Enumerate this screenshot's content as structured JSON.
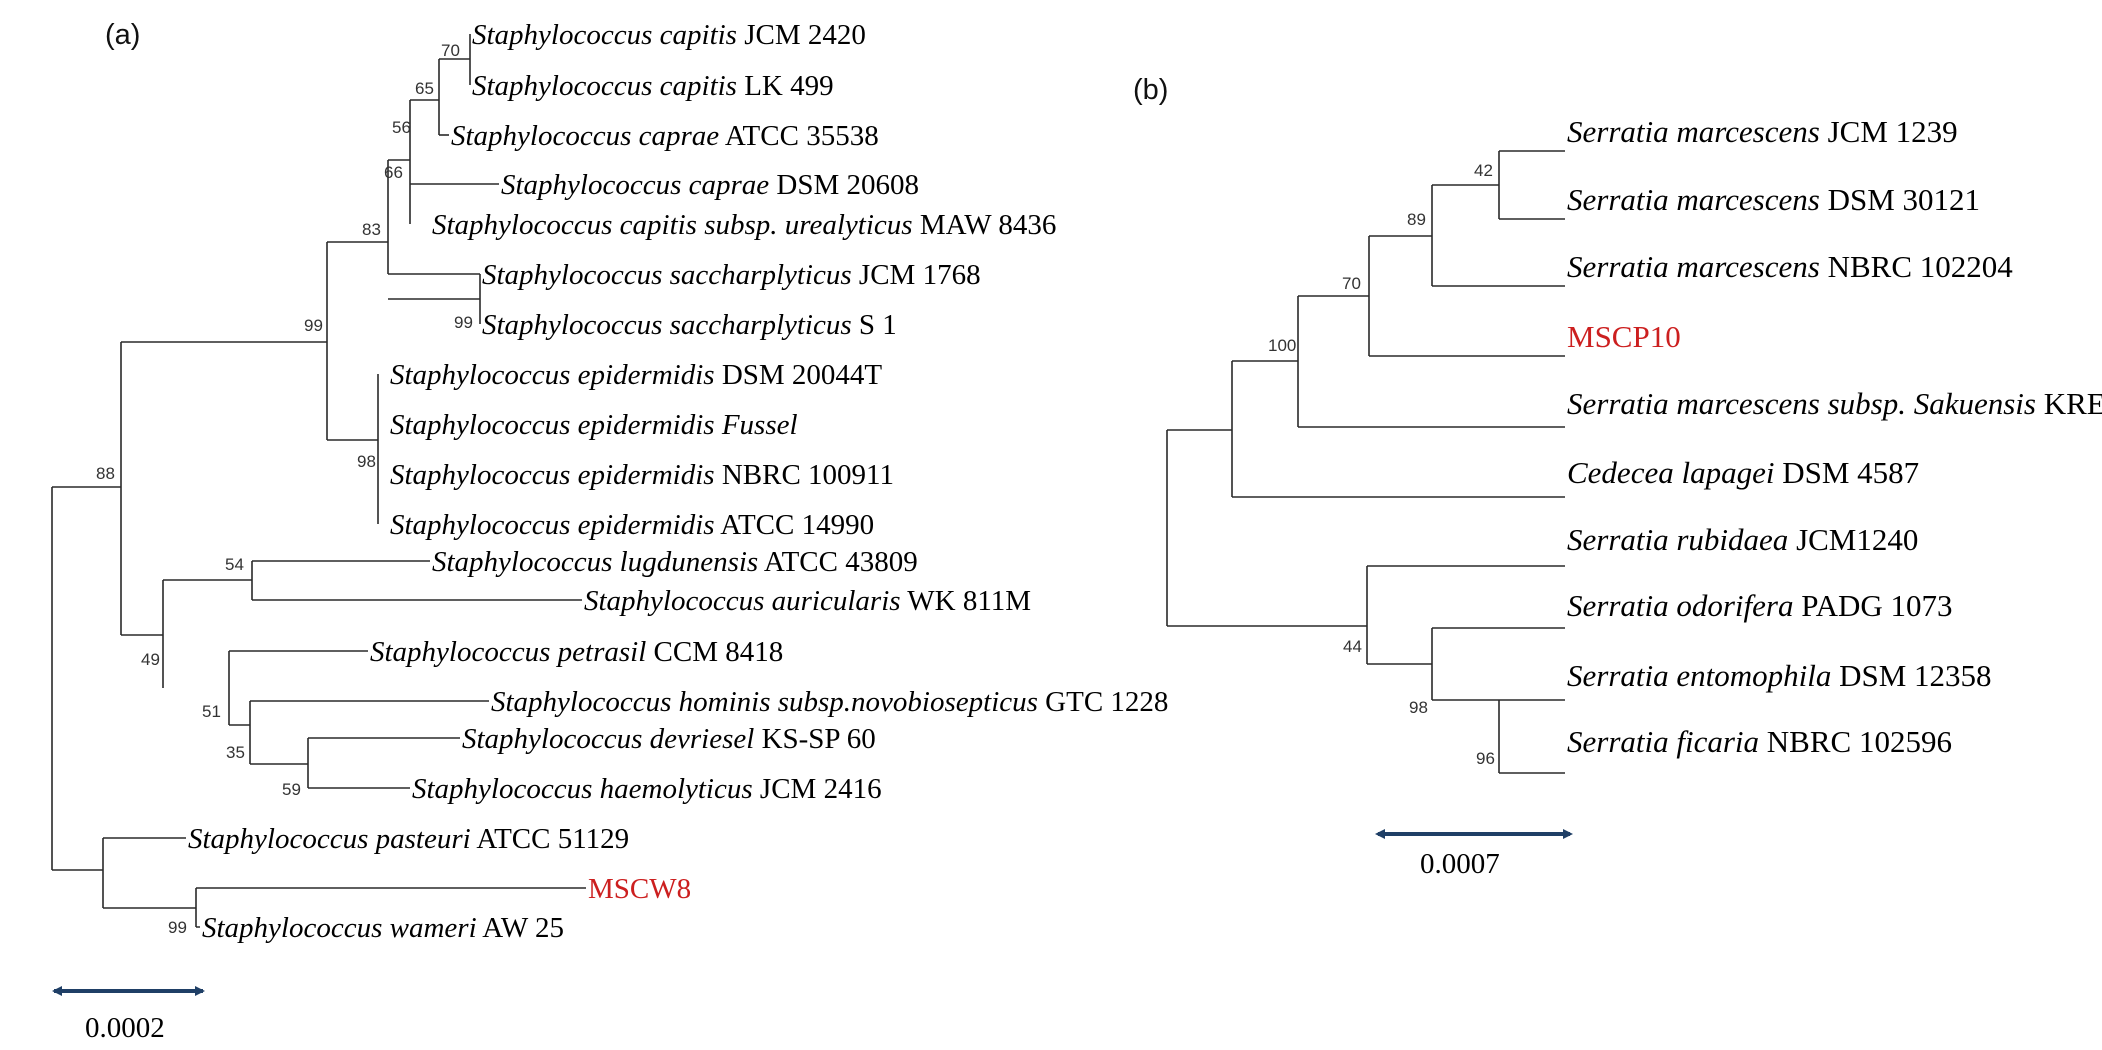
{
  "panels": [
    {
      "id": "a",
      "label": "(a)",
      "scale_bar": {
        "label": "0.0002"
      },
      "leaves": [
        {
          "id": "a_capJCM",
          "genus": "Staphylococcus capitis",
          "strain": "JCM 2420"
        },
        {
          "id": "a_capLK",
          "genus": "Staphylococcus capitis",
          "strain": "LK 499"
        },
        {
          "id": "a_caprATCC",
          "genus": "Staphylococcus caprae",
          "strain": "ATCC 35538"
        },
        {
          "id": "a_caprDSM",
          "genus": "Staphylococcus caprae",
          "strain": "DSM 20608"
        },
        {
          "id": "a_capU",
          "genus": "Staphylococcus capitis subsp. urealyticus",
          "strain": "MAW 8436"
        },
        {
          "id": "a_sacJCM",
          "genus": "Staphylococcus saccharplyticus",
          "strain": "JCM 1768"
        },
        {
          "id": "a_sacS",
          "genus": "Staphylococcus saccharplyticus",
          "strain": "S 1"
        },
        {
          "id": "a_epiDSM",
          "genus": "Staphylococcus epidermidis",
          "strain": "DSM  20044T"
        },
        {
          "id": "a_epiF",
          "genus": "Staphylococcus epidermidis Fussel",
          "strain": ""
        },
        {
          "id": "a_epiN",
          "genus": "Staphylococcus epidermidis",
          "strain": "NBRC 100911"
        },
        {
          "id": "a_epiA",
          "genus": "Staphylococcus epidermidis",
          "strain": "ATCC 14990"
        },
        {
          "id": "a_lug",
          "genus": "Staphylococcus lugdunensis",
          "strain": "ATCC 43809"
        },
        {
          "id": "a_aur",
          "genus": "Staphylococcus auricularis",
          "strain": "WK 811M"
        },
        {
          "id": "a_pet",
          "genus": "Staphylococcus petrasil",
          "strain": "CCM 8418"
        },
        {
          "id": "a_hom",
          "genus": "Staphylococcus hominis subsp.novobiosepticus",
          "strain": "GTC 1228"
        },
        {
          "id": "a_dev",
          "genus": "Staphylococcus devriesel",
          "strain": "KS-SP 60"
        },
        {
          "id": "a_hae",
          "genus": "Staphylococcus haemolyticus",
          "strain": "JCM 2416"
        },
        {
          "id": "a_pas",
          "genus": "Staphylococcus pasteuri",
          "strain": "ATCC 51129"
        },
        {
          "id": "a_mscw8",
          "genus": "",
          "strain": "MSCW8",
          "highlight": true
        },
        {
          "id": "a_wam",
          "genus": "Staphylococcus wameri",
          "strain": "AW 25"
        }
      ],
      "bootstrap": [
        {
          "id": "a_b70",
          "value": "70"
        },
        {
          "id": "a_b65",
          "value": "65"
        },
        {
          "id": "a_b56",
          "value": "56"
        },
        {
          "id": "a_b66",
          "value": "66"
        },
        {
          "id": "a_b83",
          "value": "83"
        },
        {
          "id": "a_b99s",
          "value": "99"
        },
        {
          "id": "a_b99",
          "value": "99"
        },
        {
          "id": "a_b98",
          "value": "98"
        },
        {
          "id": "a_b88",
          "value": "88"
        },
        {
          "id": "a_b54",
          "value": "54"
        },
        {
          "id": "a_b49",
          "value": "49"
        },
        {
          "id": "a_b51",
          "value": "51"
        },
        {
          "id": "a_b35",
          "value": "35"
        },
        {
          "id": "a_b59",
          "value": "59"
        },
        {
          "id": "a_b99w",
          "value": "99"
        }
      ]
    },
    {
      "id": "b",
      "label": "(b)",
      "scale_bar": {
        "label": "0.0007"
      },
      "leaves": [
        {
          "id": "b_mJCM",
          "genus": "Serratia marcescens",
          "strain": "JCM 1239"
        },
        {
          "id": "b_mDSM",
          "genus": "Serratia marcescens",
          "strain": "DSM 30121"
        },
        {
          "id": "b_mNBRC",
          "genus": "Serratia marcescens",
          "strain": "NBRC 102204"
        },
        {
          "id": "b_mscp10",
          "genus": "",
          "strain": "MSCP10",
          "highlight": true
        },
        {
          "id": "b_mSak",
          "genus": "Serratia marcescens subsp. Sakuensis",
          "strain": "KRED"
        },
        {
          "id": "b_ced",
          "genus": "Cedecea lapagei",
          "strain": "DSM 4587"
        },
        {
          "id": "b_rub",
          "genus": "Serratia rubidaea",
          "strain": "JCM1240"
        },
        {
          "id": "b_odo",
          "genus": "Serratia odorifera",
          "strain": "PADG 1073"
        },
        {
          "id": "b_ent",
          "genus": "Serratia entomophila",
          "strain": "DSM 12358"
        },
        {
          "id": "b_fic",
          "genus": "Serratia ficaria",
          "strain": "NBRC 102596"
        }
      ],
      "bootstrap": [
        {
          "id": "b_b42",
          "value": "42"
        },
        {
          "id": "b_b89",
          "value": "89"
        },
        {
          "id": "b_b70",
          "value": "70"
        },
        {
          "id": "b_b100",
          "value": "100"
        },
        {
          "id": "b_b44",
          "value": "44"
        },
        {
          "id": "b_b98",
          "value": "98"
        },
        {
          "id": "b_b96",
          "value": "96"
        }
      ]
    }
  ],
  "colors": {
    "branch": "#2a2a2a",
    "highlight": "#cc1f1f",
    "scale_bar": "#1f3f66"
  }
}
